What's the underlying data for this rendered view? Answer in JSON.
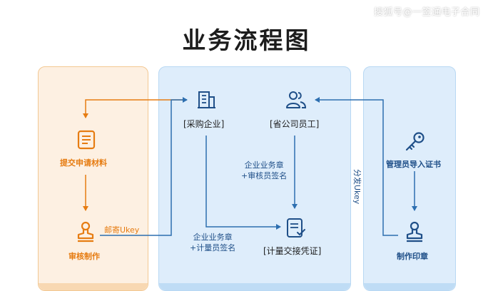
{
  "watermark": "搜狐号@一签通电子合同",
  "title": "业务流程图",
  "colors": {
    "orange": "#e67c12",
    "blue": "#1f4f88",
    "panel_orange": "#fdf0e2",
    "panel_blue": "#deedfb",
    "line_blue": "#2d6fb0"
  },
  "nodes": {
    "submit_materials": {
      "label": "提交申请材料",
      "icon": "document-list-icon"
    },
    "review_make": {
      "label": "审核制作",
      "icon": "stamp-icon"
    },
    "purchaser": {
      "label": "[采购企业]",
      "icon": "building-icon"
    },
    "provincial_staff": {
      "label": "[省公司员工]",
      "icon": "users-icon"
    },
    "measurement_voucher": {
      "label": "[计量交接凭证]",
      "icon": "document-check-icon"
    },
    "admin_import_cert": {
      "label": "管理员导入证书",
      "icon": "key-icon"
    },
    "make_seal": {
      "label": "制作印章",
      "icon": "stamp-icon"
    }
  },
  "edge_labels": {
    "mail_ukey": "邮寄Ukey",
    "distribute_ukey": "分发Ukey",
    "company_seal_reviewer": [
      "企业业务章",
      "+审核员签名"
    ],
    "company_seal_meter": [
      "企业业务章",
      "+计量员签名"
    ]
  }
}
